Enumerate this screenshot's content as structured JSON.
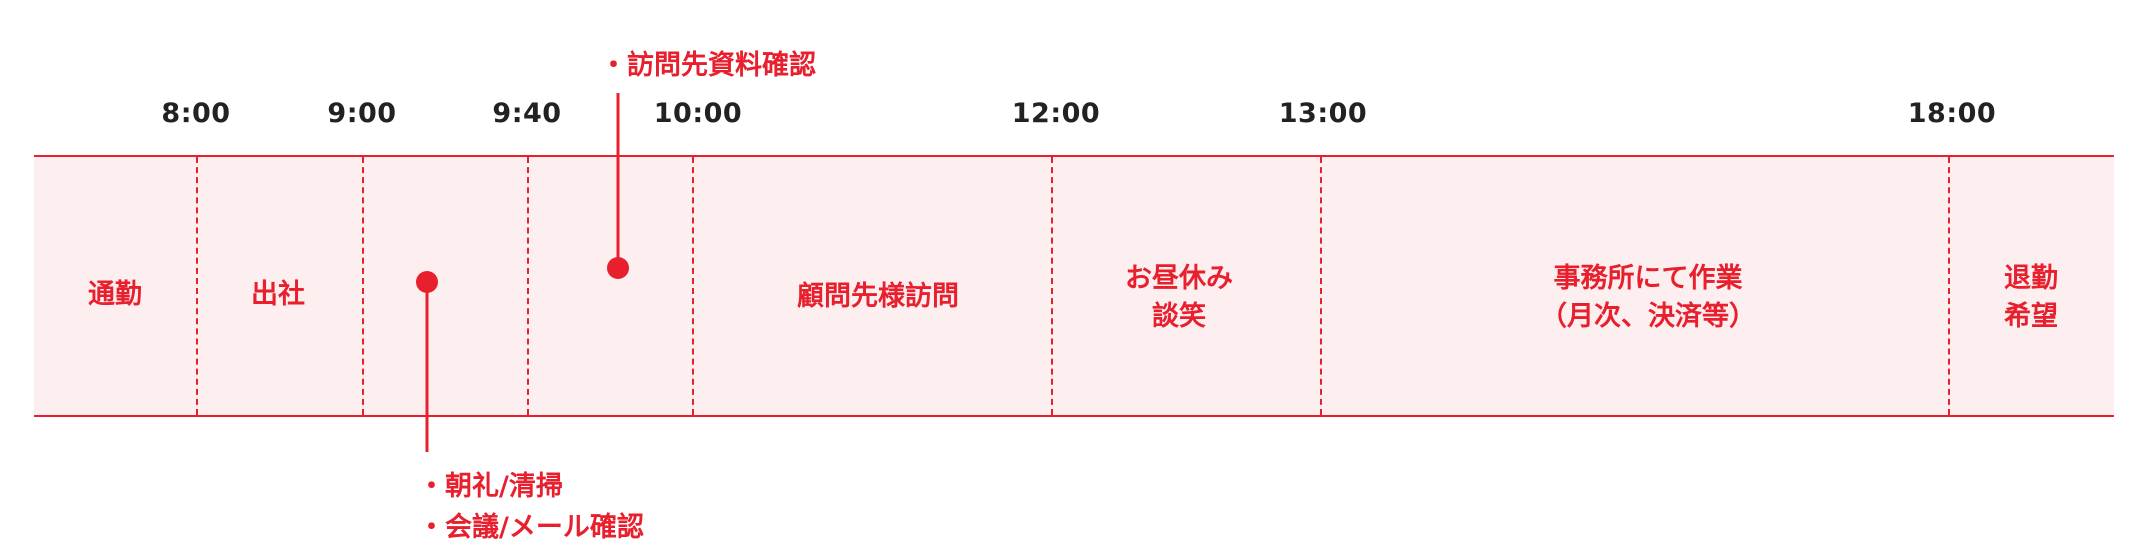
{
  "times": [
    "8:00",
    "9:00",
    "9:40",
    "10:00",
    "12:00",
    "13:00",
    "18:00"
  ],
  "segments": [
    {
      "lines": [
        "通勤"
      ]
    },
    {
      "lines": [
        "出社"
      ]
    },
    {
      "lines": [
        ""
      ]
    },
    {
      "lines": [
        ""
      ]
    },
    {
      "lines": [
        "顧問先様訪問"
      ]
    },
    {
      "lines": [
        "お昼休み",
        "談笑"
      ]
    },
    {
      "lines": [
        "事務所にて作業",
        "（月次、決済等）"
      ]
    },
    {
      "lines": [
        "退勤",
        "希望"
      ]
    }
  ],
  "annotations": {
    "top": {
      "lines": [
        "・訪問先資料確認"
      ]
    },
    "bottom": {
      "lines": [
        "・朝礼/清掃",
        "・会議/メール確認"
      ]
    }
  },
  "colors": {
    "accent": "#e8202e",
    "band": "#fdeef0",
    "time_text": "#222222"
  }
}
